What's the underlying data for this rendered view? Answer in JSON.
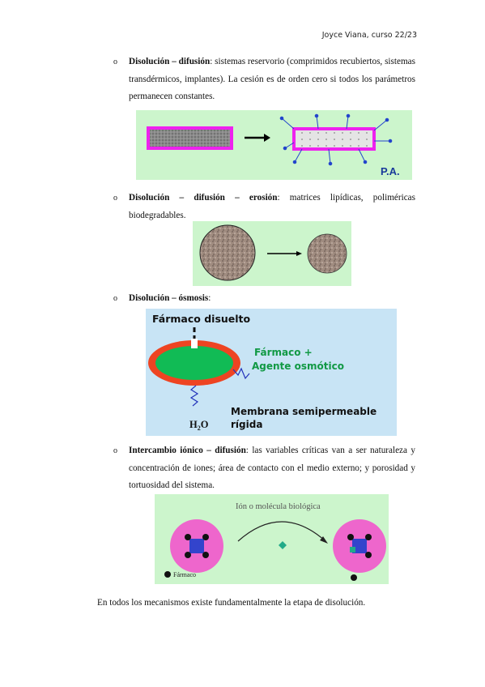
{
  "header": {
    "author_course": "Joyce Viana, curso 22/23"
  },
  "items": [
    {
      "bullet": "o",
      "title": "Disolución – difusión",
      "text": ": sistemas reservorio (comprimidos recubiertos, sistemas transdérmicos, implantes). La cesión es de orden cero si todos los parámetros permanecen constantes."
    },
    {
      "bullet": "o",
      "title": "Disolución – difusión – erosión",
      "text": ": matrices lipídicas, poliméricas biodegradables."
    },
    {
      "bullet": "o",
      "title": "Disolución – ósmosis",
      "text": ":"
    },
    {
      "bullet": "o",
      "title": "Intercambio iónico – difusión",
      "text": ": las variables críticas van a ser naturaleza y concentración de iones; área de contacto con el medio externo; y porosidad y tortuosidad del sistema."
    }
  ],
  "figures": {
    "reservoir": {
      "label": "P.A.",
      "bg": "#ccf5cc",
      "border": "#ee22ee"
    },
    "erosion": {
      "bg": "#ccf5cc"
    },
    "osmosis": {
      "bg": "#c8e4f5",
      "drug_dissolved": "Fármaco disuelto",
      "core_label_1": "Fármaco +",
      "core_label_2": "Agente osmótico",
      "membrane_1": "Membrana semipermeable",
      "membrane_2": "rígida",
      "water_main": "H",
      "water_sub": "2",
      "water_end": "O"
    },
    "ion_exchange": {
      "bg": "#ccf5cc",
      "top_label": "Ión o molécula biológica",
      "legend": "Fármaco"
    }
  },
  "footer": {
    "text": "En todos los mecanismos existe fundamentalmente la etapa de disolución."
  }
}
